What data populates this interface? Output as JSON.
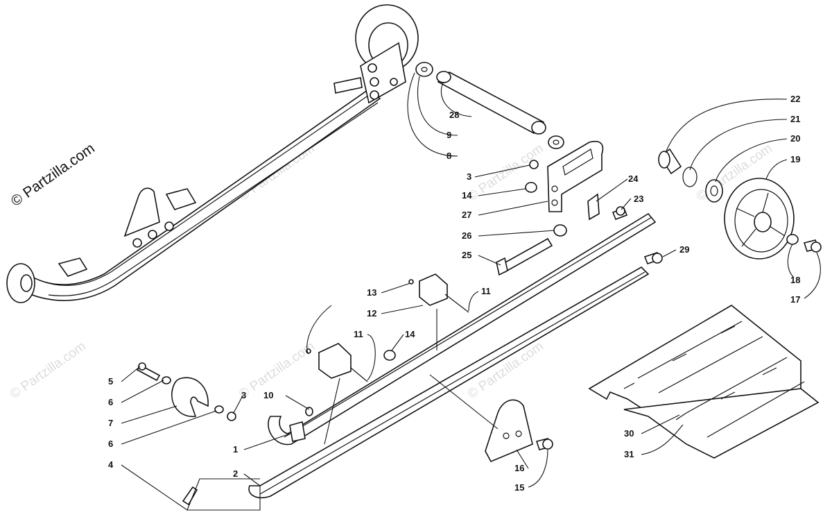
{
  "copyright": "© Partzilla.com",
  "watermark": "© Partzilla.com",
  "callouts": {
    "c1": "1",
    "c2": "2",
    "c3a": "3",
    "c3b": "3",
    "c4": "4",
    "c5": "5",
    "c6a": "6",
    "c6b": "6",
    "c7": "7",
    "c8": "8",
    "c9": "9",
    "c10": "10",
    "c11a": "11",
    "c11b": "11",
    "c12": "12",
    "c13": "13",
    "c14a": "14",
    "c14b": "14",
    "c15": "15",
    "c16": "16",
    "c17": "17",
    "c18": "18",
    "c19": "19",
    "c20": "20",
    "c21": "21",
    "c22": "22",
    "c23": "23",
    "c24": "24",
    "c25": "25",
    "c26": "26",
    "c27": "27",
    "c28": "28",
    "c29": "29",
    "c30": "30",
    "c31": "31"
  }
}
